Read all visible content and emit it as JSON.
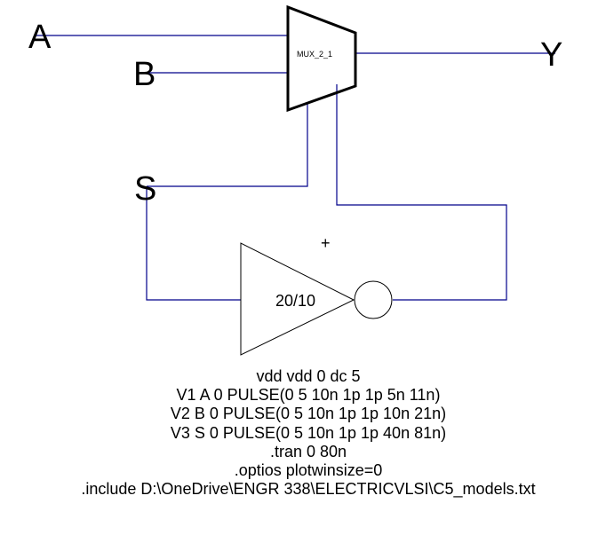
{
  "pins": {
    "a": "A",
    "b": "B",
    "s": "S",
    "y": "Y"
  },
  "mux": {
    "label": "MUX_2_1"
  },
  "inverter": {
    "size": "20/10"
  },
  "marker": "+",
  "spice_lines": [
    "vdd vdd 0 dc 5",
    "V1 A 0 PULSE(0 5 10n 1p 1p 5n 11n)",
    "V2 B 0 PULSE(0 5 10n 1p 1p 10n 21n)",
    "V3 S 0 PULSE(0 5 10n 1p 1p 40n 81n)",
    ".tran 0 80n",
    ".optios plotwinsize=0",
    ".include D:\\OneDrive\\ENGR 338\\ELECTRICVLSI\\C5_models.txt"
  ],
  "colors": {
    "wire": "#00008b",
    "component": "#000000",
    "background": "#ffffff"
  }
}
